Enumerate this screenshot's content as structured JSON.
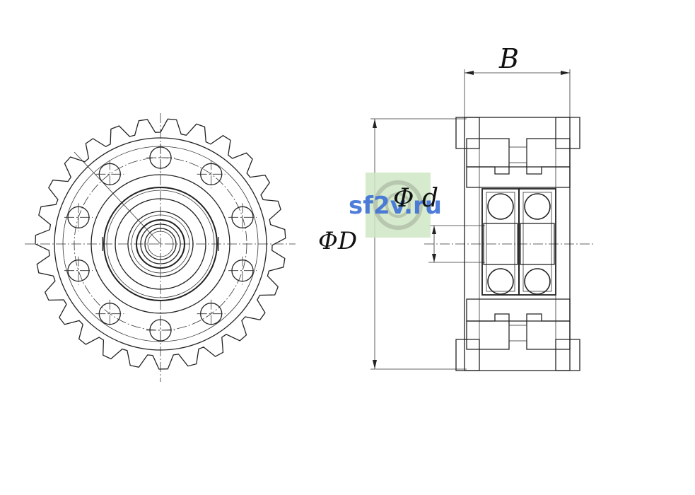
{
  "labels": {
    "width": "B",
    "bore": "Φ d",
    "outer": "ΦD"
  },
  "watermark": {
    "text": "sf2v.ru"
  },
  "sprocket": {
    "teeth": 27,
    "bolt_holes": 10
  },
  "colors": {
    "line": "#222222",
    "watermark_text": "#3d6fd6",
    "watermark_bg": "#cfe8c4"
  }
}
